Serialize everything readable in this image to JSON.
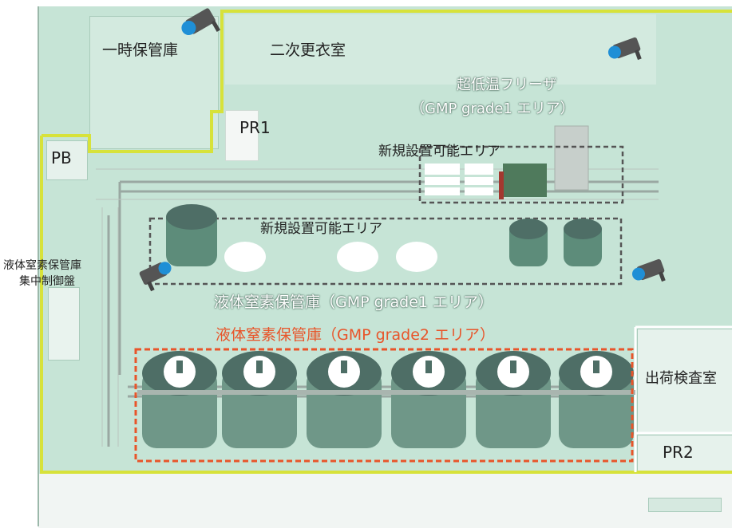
{
  "colors": {
    "floor": "#c6e4d6",
    "gmp_boundary": "#d7e23a",
    "grade2_box": "#e8552a",
    "new_area_box": "#555555",
    "grade2_text": "#e8552a",
    "tank": "#4e6e66",
    "camera": "#1f8fd6"
  },
  "rooms": {
    "temp_storage": "一時保管庫",
    "secondary_changing": "二次更衣室",
    "pr1": "PR1",
    "pb": "PB",
    "shipping_inspection": "出荷検査室",
    "pr2": "PR2"
  },
  "areas": {
    "ultra_freezer_line1": "超低温フリーザ",
    "ultra_freezer_line2": "（GMP grade1 エリア）",
    "new_install_upper": "新規設置可能エリア",
    "new_install_middle": "新規設置可能エリア",
    "ln2_grade1": "液体窒素保管庫（GMP grade1 エリア）",
    "ln2_grade2": "液体窒素保管庫（GMP grade2 エリア）"
  },
  "control_panel": {
    "line1": "液体窒素保管庫",
    "line2": "集中制御盤"
  },
  "icons": [
    "security-camera-icon"
  ]
}
